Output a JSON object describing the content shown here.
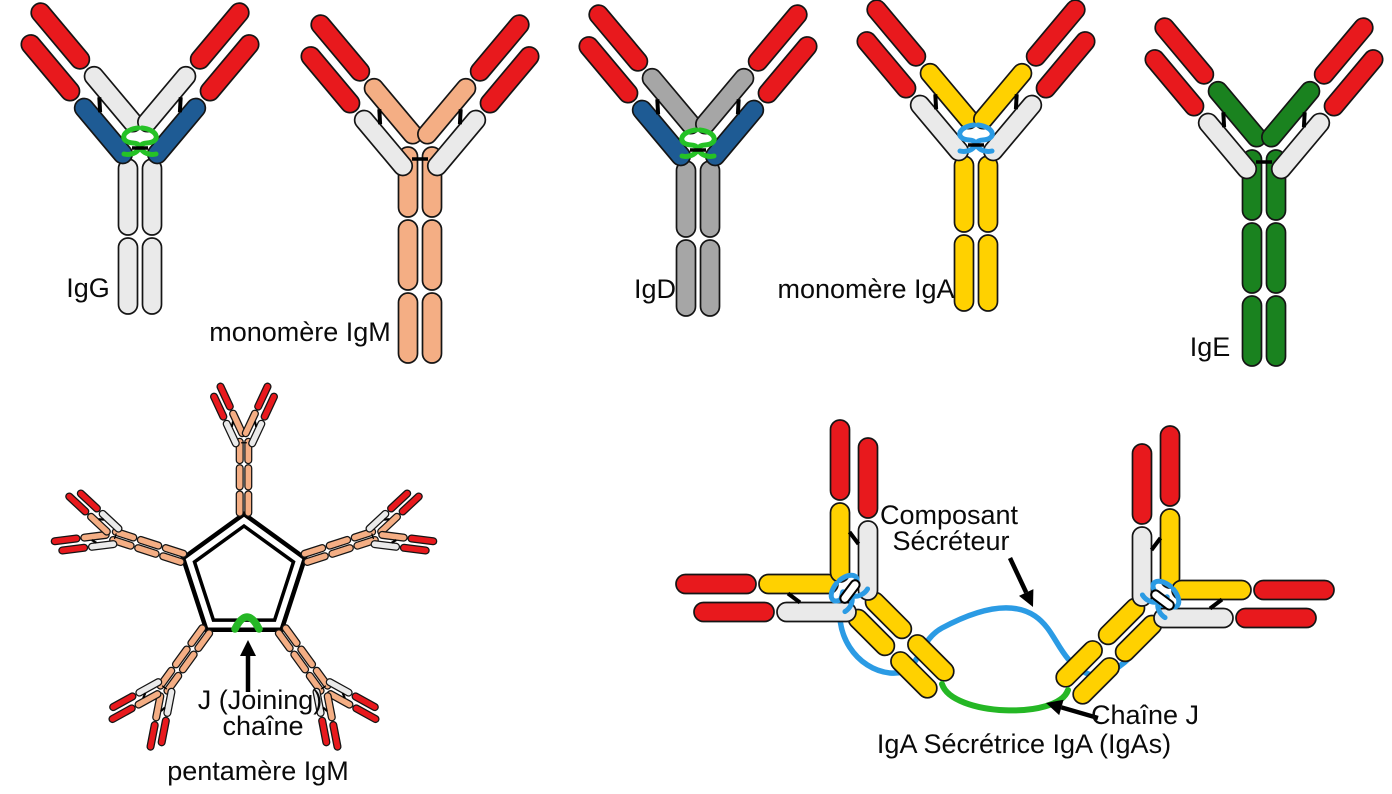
{
  "diagram": {
    "subject": "antibody-isotypes",
    "language": "fr"
  },
  "colors": {
    "red_tip": "#E8191D",
    "white_chain": "#EAEAEA",
    "blue_chain": "#1E5B94",
    "gray_chain": "#A6A6A6",
    "salmon_chain": "#F4AE84",
    "yellow_chain": "#FFD100",
    "green_chain": "#1A821F",
    "hinge_green": "#25C226",
    "hinge_blue": "#2B9BE4",
    "j_chain_green": "#25B725",
    "outline": "#151515",
    "text": "#0A0A0A",
    "background": "#FFFFFF"
  },
  "molecules": [
    {
      "id": "igg",
      "label": "IgG",
      "heavy": "white_chain",
      "light": "blue_chain",
      "hinge": "squiggle",
      "hinge_color": "hinge_green",
      "tail_segments": 2
    },
    {
      "id": "igm-monomer",
      "label": "monomère IgM",
      "heavy": "salmon_chain",
      "light": "white_chain",
      "hinge": "dash",
      "hinge_color": "outline",
      "tail_segments": 3
    },
    {
      "id": "igd",
      "label": "IgD",
      "heavy": "gray_chain",
      "light": "blue_chain",
      "hinge": "squiggle",
      "hinge_color": "hinge_green",
      "tail_segments": 2
    },
    {
      "id": "iga-monomer",
      "label": "monomère IgA",
      "heavy": "yellow_chain",
      "light": "white_chain",
      "hinge": "squiggle",
      "hinge_color": "hinge_blue",
      "tail_segments": 2
    },
    {
      "id": "ige",
      "label": "IgE",
      "heavy": "green_chain",
      "light": "white_chain",
      "hinge": "dash",
      "hinge_color": "outline",
      "tail_segments": 3
    }
  ],
  "pentamer": {
    "units": 5,
    "unit_isotype": "IgM",
    "label_line1": "J (Joining)",
    "label_line2": "chaîne",
    "caption": "pentamère IgM"
  },
  "secretory": {
    "isotype": "IgA",
    "label_component_line1": "Composant",
    "label_component_line2": "Sécréteur",
    "label_j_chain": "Chaîne J",
    "caption": "IgA Sécrétrice IgA (IgAs)"
  }
}
